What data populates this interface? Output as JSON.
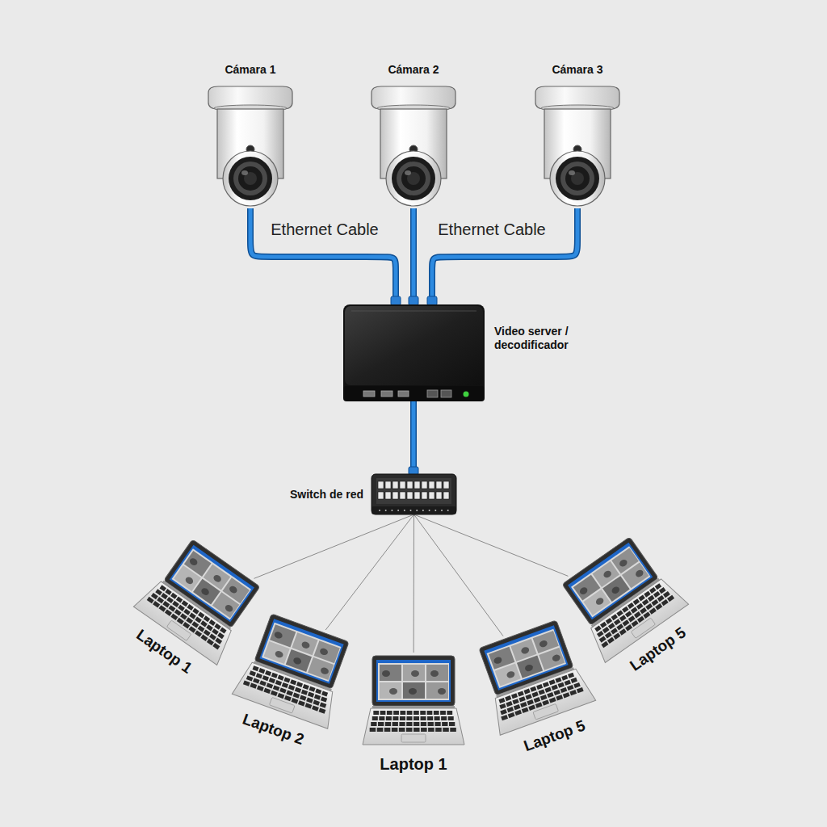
{
  "diagram": {
    "nodes": [
      {
        "text": [
          "Cámara 1"
        ]
      },
      {
        "text": [
          "Cámara 2"
        ]
      },
      {
        "text": [
          "Cámara 3"
        ]
      },
      {
        "text": [
          "Video server / decodificador"
        ]
      },
      {
        "text": [
          "Switch de red"
        ]
      },
      {
        "text": [
          "Laptop 1"
        ]
      },
      {
        "text": [
          "Laptop 2"
        ]
      },
      {
        "text": [
          "Laptop 1"
        ]
      },
      {
        "text": [
          "Laptop 5"
        ]
      },
      {
        "text": [
          "Laptop 5"
        ]
      }
    ],
    "edges": [
      {
        "from": 0,
        "to": 3,
        "arrow": "none"
      },
      {
        "from": 1,
        "to": 3,
        "arrow": "none"
      },
      {
        "from": 2,
        "to": 3,
        "arrow": "none"
      },
      {
        "from": 3,
        "to": 4,
        "arrow": "none"
      },
      {
        "from": 4,
        "to": 5,
        "arrow": "none"
      },
      {
        "from": 4,
        "to": 6,
        "arrow": "none"
      },
      {
        "from": 4,
        "to": 7,
        "arrow": "none"
      },
      {
        "from": 4,
        "to": 8,
        "arrow": "none"
      },
      {
        "from": 4,
        "to": 9,
        "arrow": "none"
      }
    ],
    "labels": [
      "Ethernet Cable",
      "Ethernet Cable"
    ]
  }
}
